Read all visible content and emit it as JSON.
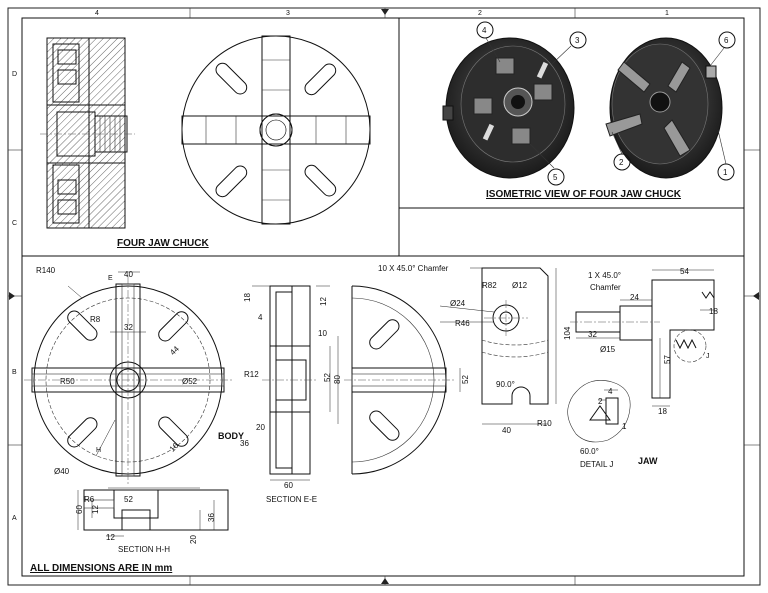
{
  "views": {
    "top_left_title": "FOUR JAW CHUCK",
    "iso_title": "ISOMETRIC VIEW OF FOUR JAW CHUCK",
    "body_title": "BODY",
    "jaw_title": "JAW",
    "section_ee": "SECTION E-E",
    "section_hh": "SECTION H-H",
    "detail_j": "DETAIL J",
    "footer_note": "ALL DIMENSIONS ARE IN mm"
  },
  "balloons": [
    "1",
    "2",
    "3",
    "4",
    "5",
    "6"
  ],
  "border": {
    "col_top": [
      "4",
      "3",
      "2",
      "1"
    ],
    "row_side": [
      "D",
      "C",
      "B",
      "A"
    ]
  },
  "dims": {
    "r140": "R140",
    "e": "E",
    "w40_top": "40",
    "r8": "R8",
    "w32": "32",
    "d44": "44",
    "r50": "R50",
    "d52": "Ø52",
    "d16": "16",
    "h": "H",
    "d40": "Ø40",
    "s18": "18",
    "s4": "4",
    "s12": "12",
    "s10": "10",
    "r12": "R12",
    "s52": "52",
    "s80": "80",
    "s20": "20",
    "s36": "36",
    "s60": "60",
    "side52": "52",
    "chamfer_note": "10 X 45.0° Chamfer",
    "r82": "R82",
    "d12": "Ø12",
    "d24": "Ø24",
    "r46": "R46",
    "h104": "104",
    "a90": "90.0°",
    "w40_jaw": "40",
    "r10": "R10",
    "chamfer2_a": "1 X 45.0°",
    "chamfer2_b": "Chamfer",
    "j54": "54",
    "j24": "24",
    "j18a": "18",
    "j32": "32",
    "jd15": "Ø15",
    "j57": "57",
    "jj": "J",
    "j18b": "18",
    "dj4": "4",
    "dj2": "2",
    "dj1": "1",
    "dj60": "60.0°",
    "hh_r6": "R6",
    "hh_52": "52",
    "hh_60": "60",
    "hh_12": "12",
    "hh_12b": "12",
    "hh_20": "20",
    "hh_36": "36"
  }
}
